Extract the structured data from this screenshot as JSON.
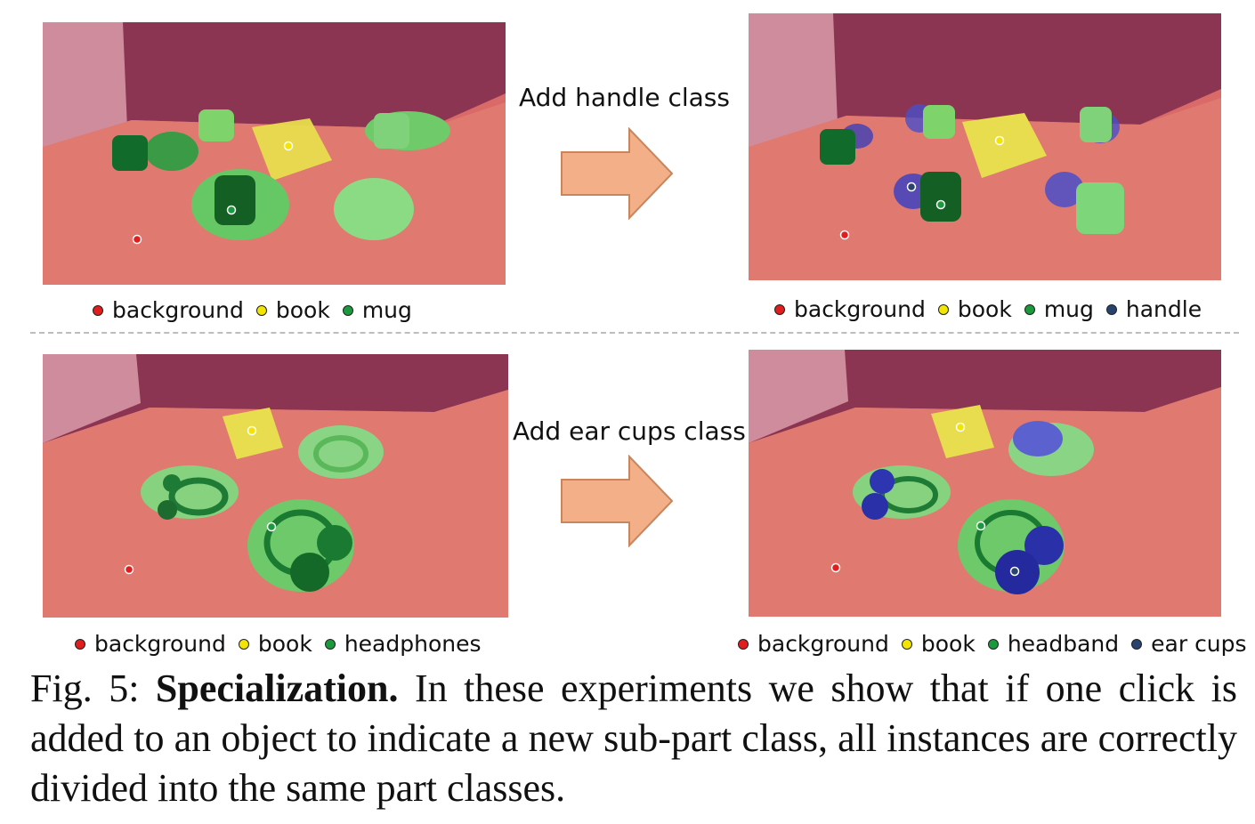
{
  "colors": {
    "background": "#e11d1d",
    "book": "#f2e600",
    "mug": "#1a9a3c",
    "handle": "#27436e",
    "arrow_fill": "#f3b088",
    "arrow_stroke": "#c9855c"
  },
  "top_row": {
    "arrow_label": "Add handle class",
    "left_legend": [
      {
        "label": "background",
        "color": "#e11d1d"
      },
      {
        "label": "book",
        "color": "#f2e600"
      },
      {
        "label": "mug",
        "color": "#1a9a3c"
      }
    ],
    "right_legend": [
      {
        "label": "background",
        "color": "#e11d1d"
      },
      {
        "label": "book",
        "color": "#f2e600"
      },
      {
        "label": "mug",
        "color": "#1a9a3c"
      },
      {
        "label": "handle",
        "color": "#27436e"
      }
    ]
  },
  "bottom_row": {
    "arrow_label": "Add ear cups class",
    "left_legend": [
      {
        "label": "background",
        "color": "#e11d1d"
      },
      {
        "label": "book",
        "color": "#f2e600"
      },
      {
        "label": "headphones",
        "color": "#1a9a3c"
      }
    ],
    "right_legend": [
      {
        "label": "background",
        "color": "#e11d1d"
      },
      {
        "label": "book",
        "color": "#f2e600"
      },
      {
        "label": "headband",
        "color": "#1a9a3c"
      },
      {
        "label": "ear cups",
        "color": "#27436e"
      }
    ]
  },
  "caption": {
    "prefix": "Fig. 5: ",
    "title": "Specialization.",
    "body": " In these experiments we show that if one click is added to an object to indicate a new sub-part class, all instances are correctly divided into the same part classes."
  }
}
